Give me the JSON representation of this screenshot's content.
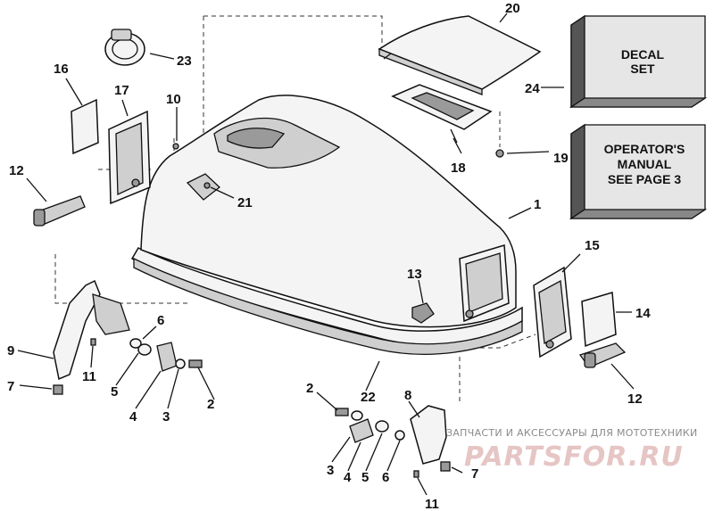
{
  "callouts": [
    {
      "id": "c1",
      "label": "1"
    },
    {
      "id": "c2a",
      "label": "2"
    },
    {
      "id": "c2b",
      "label": "2"
    },
    {
      "id": "c3a",
      "label": "3"
    },
    {
      "id": "c3b",
      "label": "3"
    },
    {
      "id": "c4a",
      "label": "4"
    },
    {
      "id": "c4b",
      "label": "4"
    },
    {
      "id": "c5a",
      "label": "5"
    },
    {
      "id": "c5b",
      "label": "5"
    },
    {
      "id": "c6a",
      "label": "6"
    },
    {
      "id": "c6b",
      "label": "6"
    },
    {
      "id": "c7a",
      "label": "7"
    },
    {
      "id": "c7b",
      "label": "7"
    },
    {
      "id": "c8",
      "label": "8"
    },
    {
      "id": "c9",
      "label": "9"
    },
    {
      "id": "c10",
      "label": "10"
    },
    {
      "id": "c11a",
      "label": "11"
    },
    {
      "id": "c11b",
      "label": "11"
    },
    {
      "id": "c12a",
      "label": "12"
    },
    {
      "id": "c12b",
      "label": "12"
    },
    {
      "id": "c13",
      "label": "13"
    },
    {
      "id": "c14",
      "label": "14"
    },
    {
      "id": "c15",
      "label": "15"
    },
    {
      "id": "c16",
      "label": "16"
    },
    {
      "id": "c17",
      "label": "17"
    },
    {
      "id": "c18",
      "label": "18"
    },
    {
      "id": "c19",
      "label": "19"
    },
    {
      "id": "c20",
      "label": "20"
    },
    {
      "id": "c21",
      "label": "21"
    },
    {
      "id": "c22",
      "label": "22"
    },
    {
      "id": "c23",
      "label": "23"
    },
    {
      "id": "c24",
      "label": "24"
    }
  ],
  "decal_box": {
    "line1": "DECAL",
    "line2": "SET"
  },
  "manual_box": {
    "line1": "OPERATOR'S",
    "line2": "MANUAL",
    "line3": "SEE PAGE 3"
  },
  "watermark": {
    "tagline": "ЗАПЧАСТИ И АКСЕССУАРЫ ДЛЯ МОТОТЕХНИКИ",
    "logo": "PARTSFOR.RU"
  }
}
